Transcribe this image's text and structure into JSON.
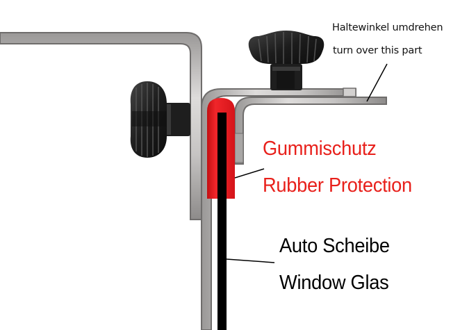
{
  "labels": {
    "top_de": "Haltewinkel umdrehen",
    "top_en": "turn over this part",
    "rubber_de": "Gummischutz",
    "rubber_en": "Rubber Protection",
    "glass_de": "Auto Scheibe",
    "glass_en": "Window Glas"
  },
  "colors": {
    "rubber_label": "#e8201b",
    "glass_label": "#000000",
    "bracket_fill": "#bebcbc",
    "bracket_edge": "#6f6d6c",
    "bracket_highlight": "#e6e4e3",
    "window_glass": "#000000",
    "rubber_protection": "#e3161a",
    "knob": "#262626"
  },
  "icons": {
    "knob_top": "knob-icon",
    "knob_side": "knob-icon"
  }
}
